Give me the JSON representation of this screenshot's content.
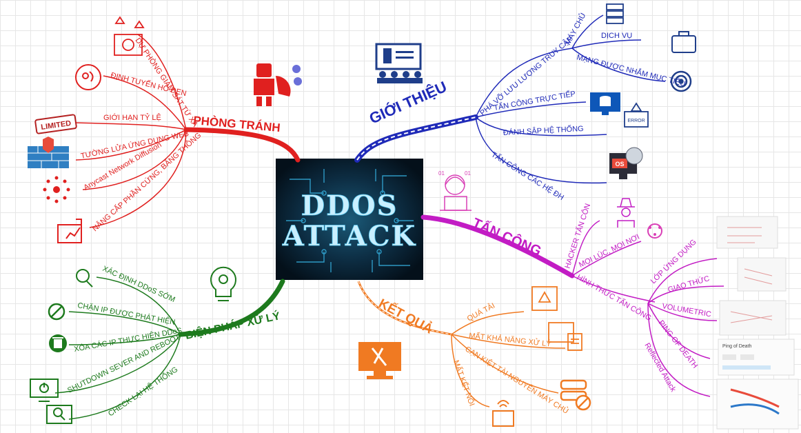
{
  "center": {
    "line1": "DDOS",
    "line2": "ATTACK"
  },
  "colors": {
    "intro": "#1f2ab8",
    "attack": "#c21cc4",
    "result": "#f07a22",
    "measures": "#1d7a1d",
    "prevention": "#e0201f"
  },
  "branches": {
    "intro": {
      "title": "GIỚI THIỆU",
      "items": [
        "PHÁ VỠ LƯU LƯỢNG TRUY CẬP",
        "TẤN CÔNG TRỰC TIẾP",
        "ĐÁNH SẬP HỆ THỐNG",
        "TẤN CÔNG CÁC HỆ ĐH"
      ],
      "sub": [
        "MÁY CHỦ",
        "DỊCH VỤ",
        "MẠNG ĐƯỢC NHẮM MỤC TIÊU"
      ],
      "icon_text": "ERROR",
      "os_text": "OS"
    },
    "attack": {
      "title": "TẤN CÔNG",
      "items": [
        "HACKER TẤN CÔN",
        "MỌI LÚC, MỌI NƠI",
        "HÌNH THỨC TẤN CÔNG"
      ],
      "forms": [
        "LỚP ỨNG DỤNG",
        "GIAO THỨC",
        "VOLUMETRIC",
        "PING OF DEATH",
        "Reflected Attack"
      ],
      "thumb_caption": "Ping of Death"
    },
    "result": {
      "title": "KẾT QUẢ",
      "items": [
        "QUÁ TẢI",
        "MẤT KHẢ NĂNG XỬ LÝ",
        "CẠN KIỆT TÀI NGUYÊN MÁY CHỦ",
        "MẤT KẾT NỐI"
      ]
    },
    "measures": {
      "title": "BIỆN PHÁP XỬ LÝ",
      "items": [
        "XÁC ĐỊNH DDoS SỚM",
        "CHẶN IP ĐƯỢC PHÁT HIỆN",
        "XÓA CÁC IP THỰC HIỆN DDoS",
        "SHUTDOWN SEVER AND REBOOT",
        "CHECK LẠI HỆ THỐNG"
      ]
    },
    "prevention": {
      "title": "PHÒNG TRÁNH",
      "items": [
        "DỰ PHÒNG GIÁM SÁT TỪ XA",
        "ĐỊNH TUYẾN HỐ ĐEN",
        "GIỚI HẠN TỶ LỆ",
        "TƯỜNG LỬA ỨNG DỤNG WEB",
        "Anycast Network Diffusion",
        "NÂNG CẤP PHẦN CỨNG, BĂNG THÔNG"
      ],
      "stamp": "LIMITED"
    }
  }
}
